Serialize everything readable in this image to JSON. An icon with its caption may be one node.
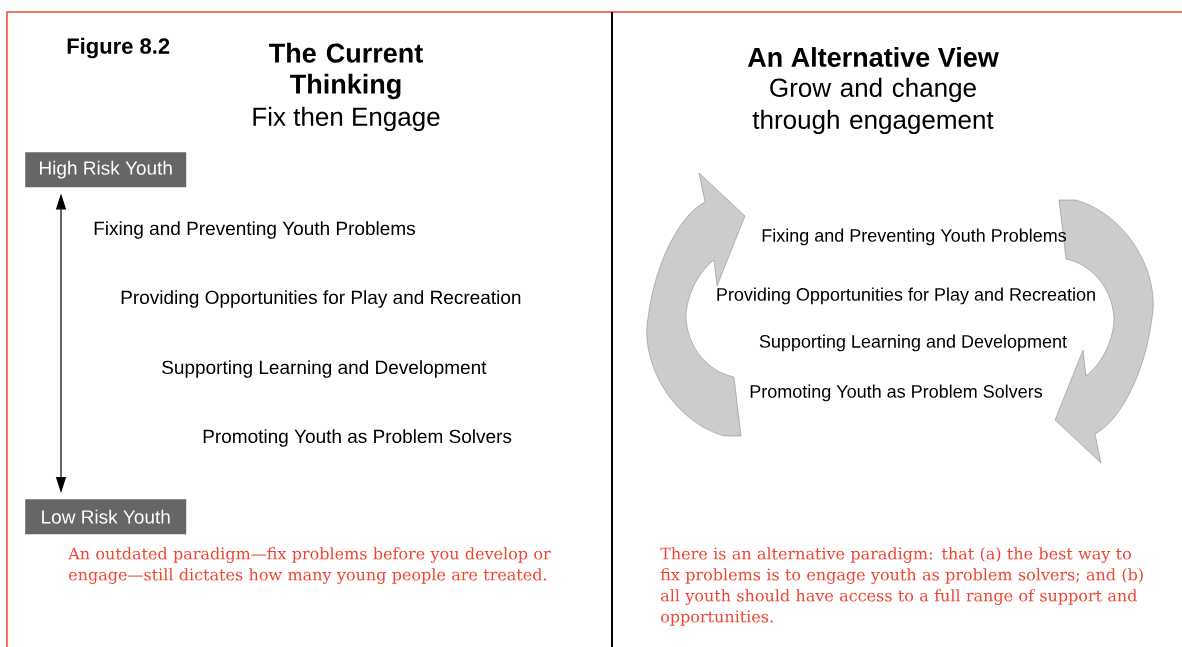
{
  "diagram": {
    "nodes": [
      {
        "text": [
          "High Risk Youth"
        ]
      },
      {
        "text": [
          "Low Risk Youth"
        ]
      }
    ],
    "edges": [
      {
        "from": 0,
        "to": 1,
        "arrow": "both"
      }
    ],
    "labels": [
      "Figure 8.2",
      "The Current Thinking",
      "Fix then Engage",
      "Fixing and Preventing Youth Problems",
      "Providing Opportunities for Play and Recreation",
      "Supporting Learning and Development",
      "Promoting Youth as Problem Solvers",
      "An outdated paradigm—fix problems before you develop or engage—still dictates how many young people are treated.",
      "An Alternative View",
      "Grow and change through engagement",
      "Fixing and Preventing Youth Problems",
      "Providing Opportunities for Play and Recreation",
      "Supporting Learning and Development",
      "Promoting Youth as Problem Solvers",
      "There is an alternative paradigm: that (a) the best way to fix problems is to engage youth as problem solvers; and (b) all youth should have access to a full range of support and opportunities."
    ]
  }
}
